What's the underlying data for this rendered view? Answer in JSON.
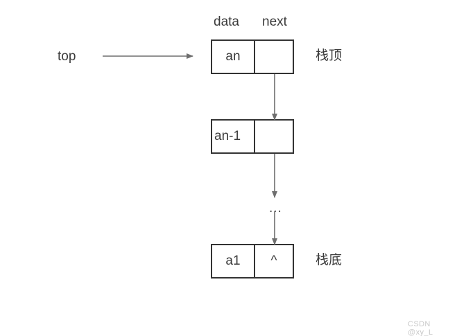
{
  "diagram": {
    "title_columns": {
      "data_label": "data",
      "next_label": "next"
    },
    "pointer": {
      "label": "top"
    },
    "annotations": {
      "stack_top": "栈顶",
      "stack_bottom": "栈底"
    },
    "ellipsis": "...",
    "nodes": [
      {
        "data": "an",
        "next": ""
      },
      {
        "data": "an-1",
        "next": ""
      },
      {
        "data": "a1",
        "next": "^"
      }
    ],
    "colors": {
      "box_border": "#333333",
      "text": "#3b3b3b",
      "arrow": "#6e6e6e",
      "background": "#ffffff",
      "watermark": "#c9c9c9"
    }
  },
  "watermark": {
    "text": "CSDN @xy_L"
  }
}
